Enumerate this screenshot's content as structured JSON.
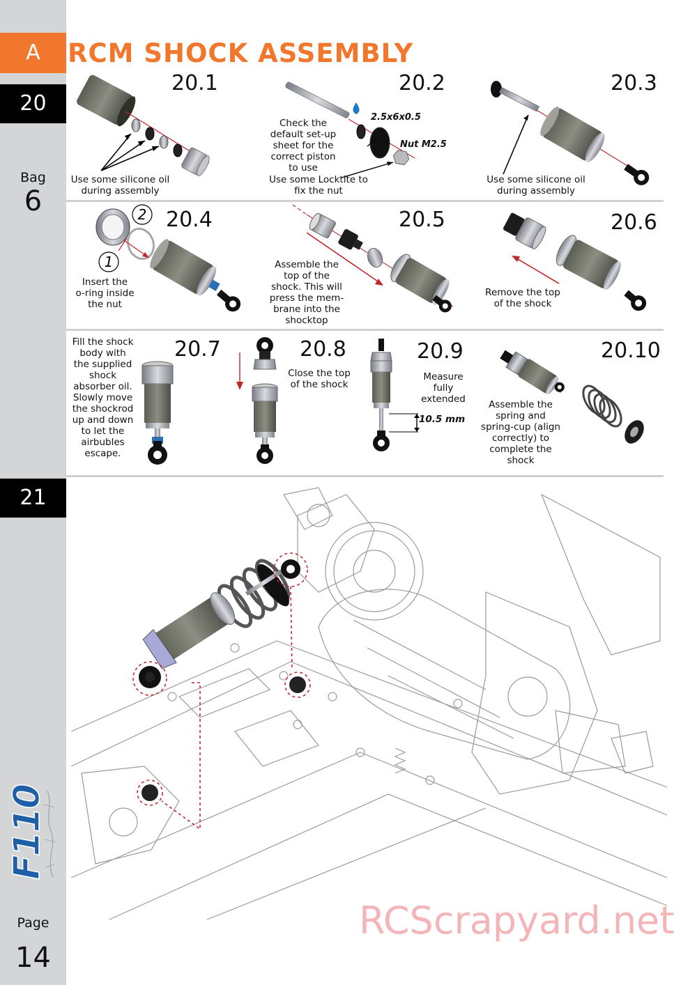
{
  "section": {
    "letter": "A",
    "title": "RCM SHOCK ASSEMBLY"
  },
  "sidebar": {
    "step_top": "20",
    "step_bottom": "21",
    "bag_label": "Bag",
    "bag_number": "6",
    "page_label": "Page",
    "page_number": "14",
    "brand": "F110"
  },
  "steps": [
    {
      "id": "20.1",
      "caption": [
        "Use some silicone oil",
        "during assembly"
      ]
    },
    {
      "id": "20.2",
      "caption": [
        "Check the",
        "default set-up",
        "sheet for the",
        "correct piston",
        "to use"
      ],
      "caption2": [
        "Use some Locktite to",
        "fix the nut"
      ],
      "tag_washer": "2.5x6x0.5",
      "tag_nut": "Nut M2.5"
    },
    {
      "id": "20.3",
      "caption": [
        "Use some silicone oil",
        "during assembly"
      ]
    },
    {
      "id": "20.4",
      "caption": [
        "Insert the",
        "o-ring inside",
        "the nut"
      ],
      "marker1": "1",
      "marker2": "2"
    },
    {
      "id": "20.5",
      "caption": [
        "Assemble the",
        "top of the",
        "shock. This will",
        "press the mem-",
        "brane into the",
        "shocktop"
      ]
    },
    {
      "id": "20.6",
      "caption": [
        "Remove the top",
        "of the shock"
      ]
    },
    {
      "id": "20.7",
      "caption": [
        "Fill the shock",
        "body with",
        "the supplied",
        "shock",
        "absorber oil.",
        "Slowly move",
        "the shockrod",
        "up and down",
        "to let the",
        "airbubles",
        "escape."
      ]
    },
    {
      "id": "20.8",
      "caption": [
        "Close the top",
        "of the shock"
      ]
    },
    {
      "id": "20.9",
      "caption": [
        "Measure",
        "fully",
        "extended"
      ],
      "measure": "10.5 mm"
    },
    {
      "id": "20.10",
      "caption": [
        "Assemble the",
        "spring and",
        "spring-cup (align",
        "correctly) to",
        "complete the",
        "shock"
      ]
    }
  ],
  "watermark": "RCScrapyard.net",
  "colors": {
    "accent": "#f0772b",
    "sidebar": "#d4d5d7",
    "step_box": "#000000",
    "arrow_red": "#c0272d",
    "watermark": "#f3b5b7"
  }
}
